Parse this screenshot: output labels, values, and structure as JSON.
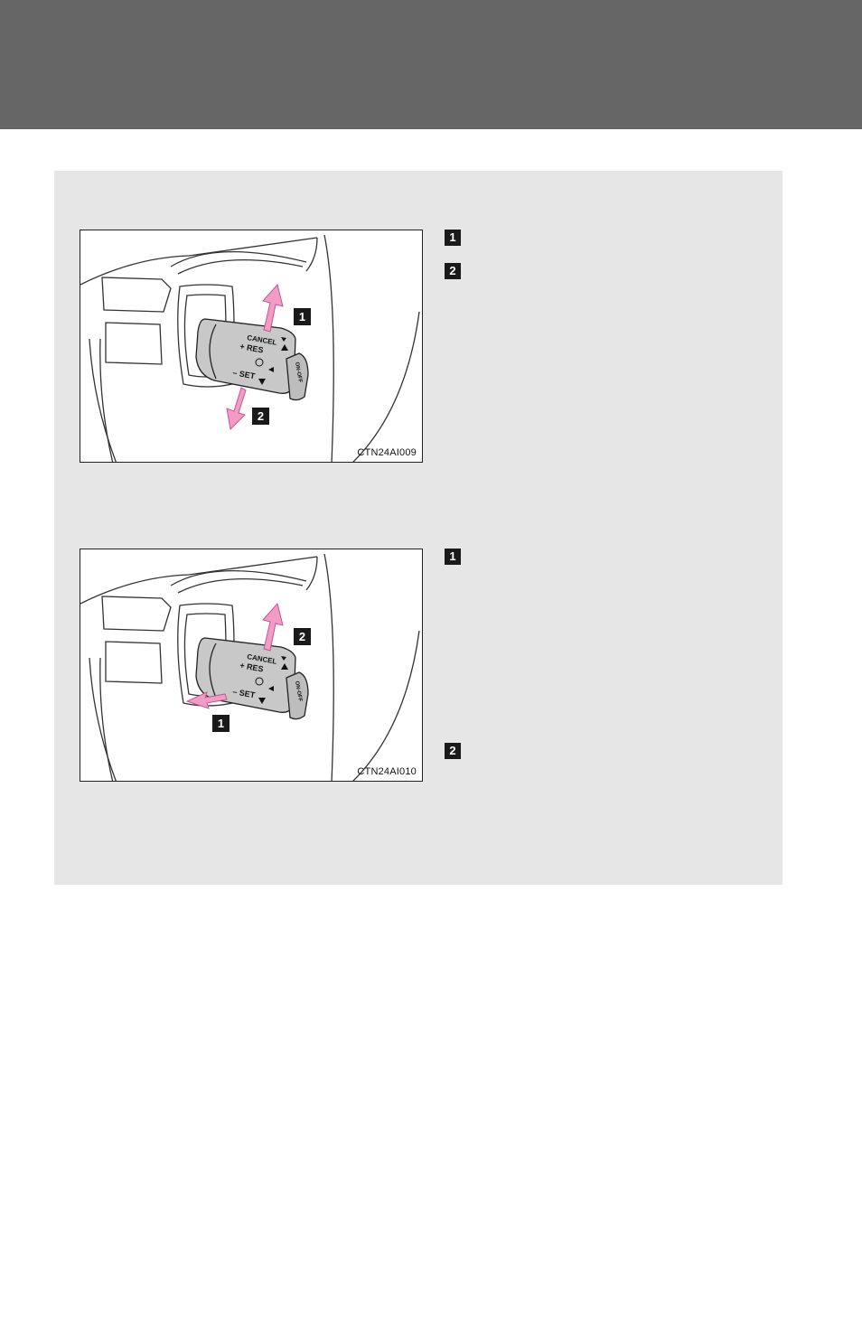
{
  "figures": [
    {
      "code": "CTN24AI009",
      "callouts": [
        "1",
        "2"
      ],
      "lever_labels": {
        "cancel": "CANCEL",
        "res": "+ RES",
        "set": "– SET",
        "onoff": "ON-OFF"
      }
    },
    {
      "code": "CTN24AI010",
      "callouts": [
        "2",
        "1"
      ],
      "lever_labels": {
        "cancel": "CANCEL",
        "res": "+ RES",
        "set": "– SET",
        "onoff": "ON-OFF"
      }
    }
  ],
  "steps_section_1": [
    "1",
    "2"
  ],
  "steps_section_2": [
    "1",
    "2"
  ],
  "colors": {
    "header": "#666666",
    "panel": "#e6e6e6",
    "arrow": "#f39bc7",
    "badge": "#1a1a1a"
  }
}
